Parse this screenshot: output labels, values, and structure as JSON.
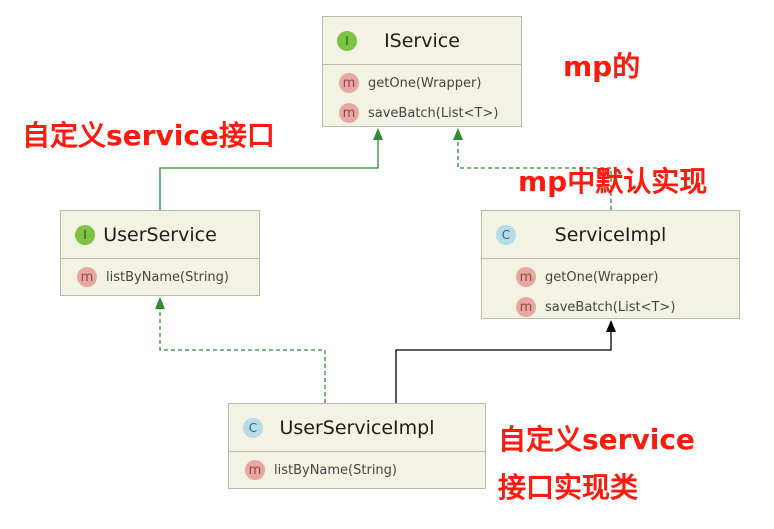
{
  "nodes": {
    "iservice": {
      "badge": "I",
      "title": "IService",
      "methods": [
        "getOne(Wrapper)",
        "saveBatch(List<T>)"
      ]
    },
    "userservice": {
      "badge": "I",
      "title": "UserService",
      "methods": [
        "listByName(String)"
      ]
    },
    "serviceimpl": {
      "badge": "C",
      "title": "ServiceImpl",
      "methods": [
        "getOne(Wrapper)",
        "saveBatch(List<T>)"
      ]
    },
    "userserviceimpl": {
      "badge": "C",
      "title": "UserServiceImpl",
      "methods": [
        "listByName(String)"
      ]
    }
  },
  "method_badge": "m",
  "annotations": {
    "mp": "mp的",
    "custom_interface": "自定义service接口",
    "mp_default_impl": "mp中默认实现",
    "custom_impl_line1": "自定义service",
    "custom_impl_line2": "接口实现类"
  },
  "colors": {
    "interface_badge": "#7cc244",
    "class_badge": "#b6dbe9",
    "method_badge": "#e9a7a2",
    "extends_arrow": "#2e8b2e",
    "implements_arrow": "#2e8b2e",
    "inherit_arrow": "#000000",
    "annotation": "#ff1a0d"
  }
}
